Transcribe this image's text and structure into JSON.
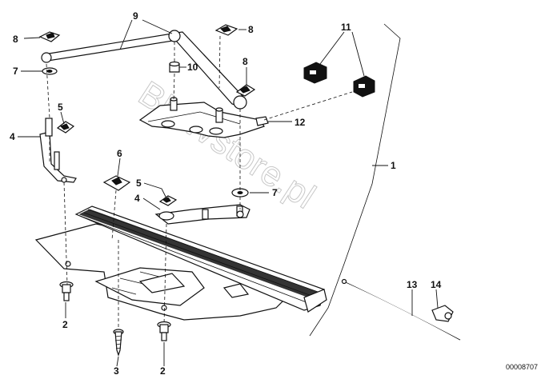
{
  "diagram": {
    "callouts": [
      {
        "id": "c9",
        "label": "9"
      },
      {
        "id": "c8a",
        "label": "8"
      },
      {
        "id": "c8b",
        "label": "8"
      },
      {
        "id": "c8c",
        "label": "8"
      },
      {
        "id": "c7a",
        "label": "7"
      },
      {
        "id": "c10",
        "label": "10"
      },
      {
        "id": "c11",
        "label": "11"
      },
      {
        "id": "c5a",
        "label": "5"
      },
      {
        "id": "c4a",
        "label": "4"
      },
      {
        "id": "c12",
        "label": "12"
      },
      {
        "id": "c1",
        "label": "1"
      },
      {
        "id": "c6",
        "label": "6"
      },
      {
        "id": "c5b",
        "label": "5"
      },
      {
        "id": "c4b",
        "label": "4"
      },
      {
        "id": "c7b",
        "label": "7"
      },
      {
        "id": "c13",
        "label": "13"
      },
      {
        "id": "c14",
        "label": "14"
      },
      {
        "id": "c2a",
        "label": "2"
      },
      {
        "id": "c3",
        "label": "3"
      },
      {
        "id": "c2b",
        "label": "2"
      }
    ],
    "reference_code": "00008707",
    "watermark": "BMWstore.pl"
  }
}
